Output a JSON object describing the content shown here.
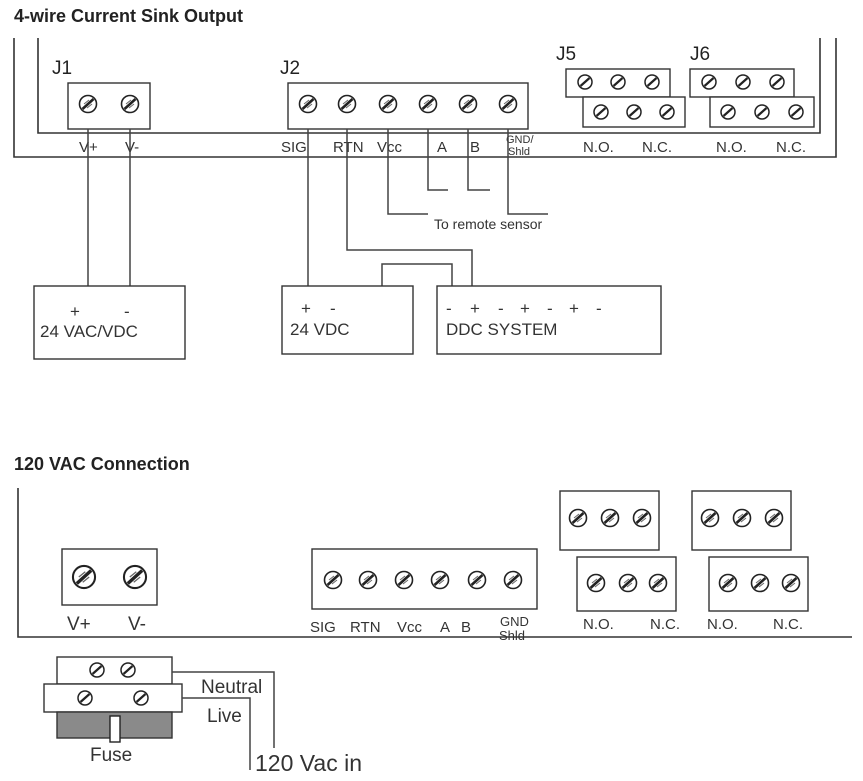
{
  "section1": {
    "title": "4-wire Current Sink Output",
    "j1_label": "J1",
    "j2_label": "J2",
    "j5_label": "J5",
    "j6_label": "J6",
    "j1_pins": [
      "V+",
      "V-"
    ],
    "j2_pins": [
      "SIG",
      "RTN",
      "Vcc",
      "A",
      "B"
    ],
    "gnd_line1": "GND/",
    "gnd_line2": "Shld",
    "relay_pins": [
      "N.O.",
      "N.C.",
      "N.O.",
      "N.C."
    ],
    "remote_note": "To remote sensor",
    "box1_polarity": [
      "+",
      "-"
    ],
    "box1_label": "24 VAC/VDC",
    "box2_polarity": [
      "+",
      "-"
    ],
    "box2_label": "24 VDC",
    "box3_polarity": [
      "-",
      "+",
      "-",
      "+",
      "-",
      "+",
      "-"
    ],
    "box3_label": "DDC SYSTEM"
  },
  "section2": {
    "title": "120 VAC Connection",
    "pins_left": [
      "V+",
      "V-"
    ],
    "j2_pins": [
      "SIG",
      "RTN",
      "Vcc",
      "A",
      "B"
    ],
    "gnd_line1": "GND",
    "gnd_line2": "Shld",
    "relay_pins": [
      "N.O.",
      "N.C.",
      "N.O.",
      "N.C."
    ],
    "neutral_label": "Neutral",
    "live_label": "Live",
    "fuse_label": "Fuse",
    "input_label": "120 Vac in"
  }
}
